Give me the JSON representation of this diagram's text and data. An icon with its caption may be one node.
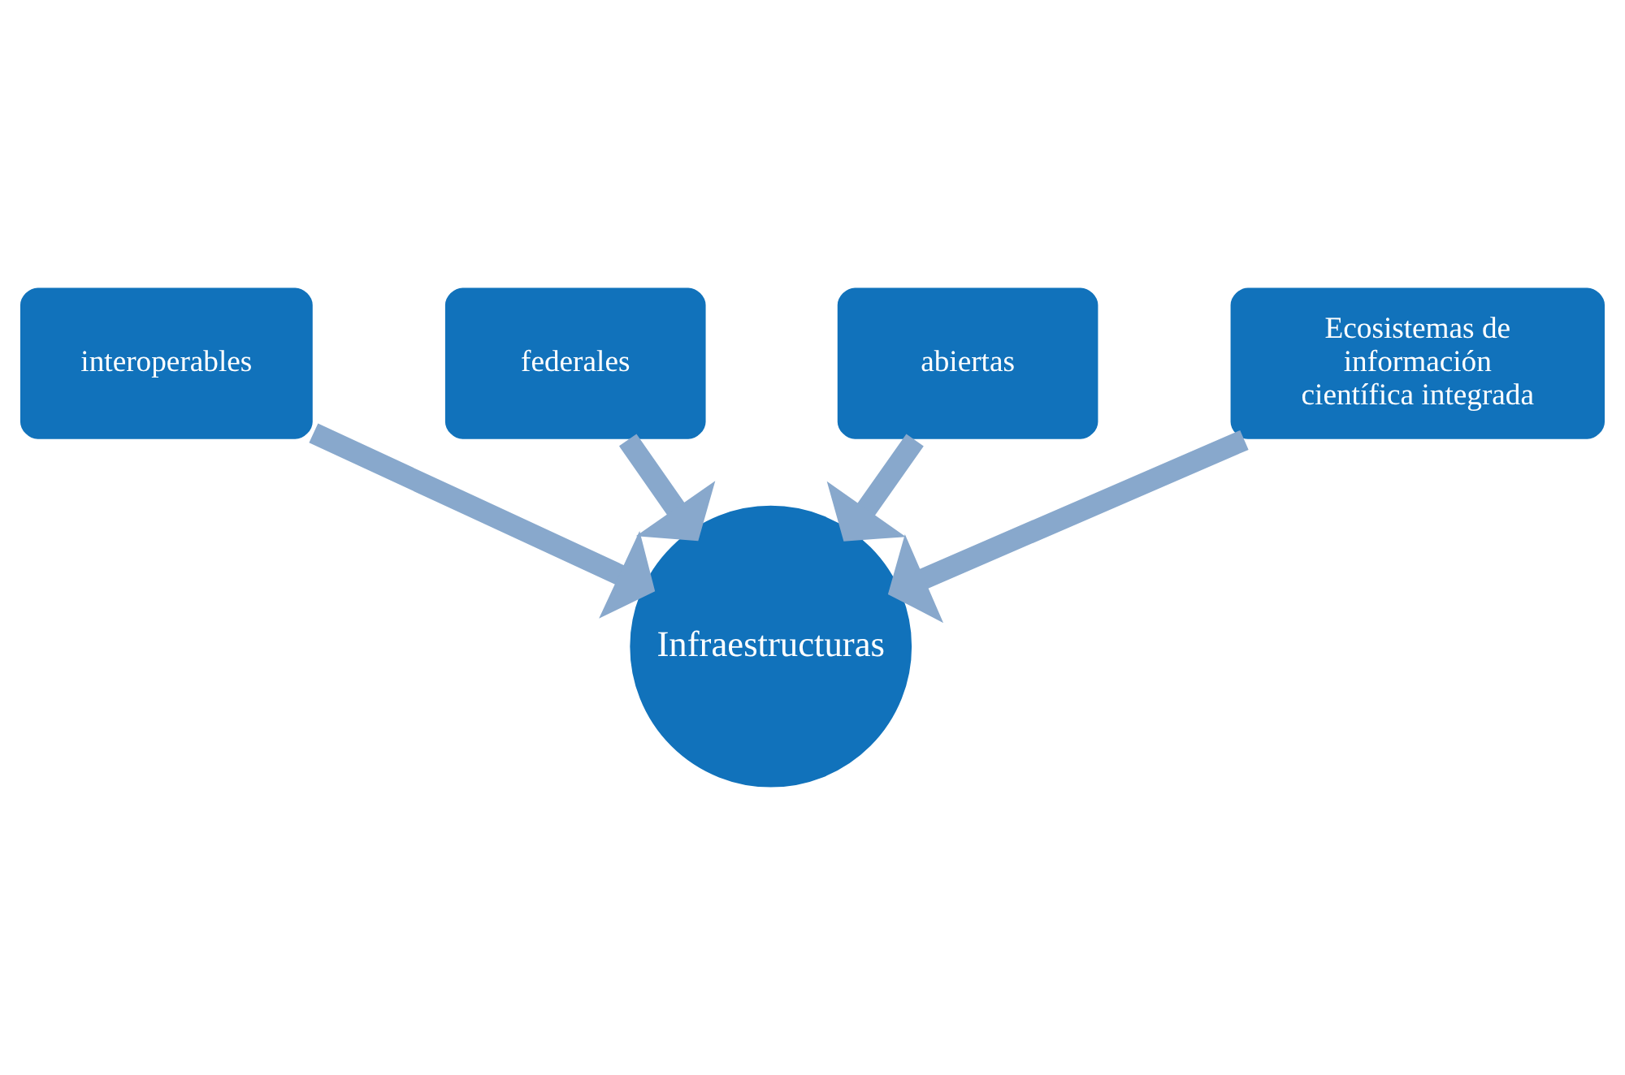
{
  "diagram": {
    "nodes": [
      {
        "text": [
          "interoperables"
        ]
      },
      {
        "text": [
          "federales"
        ]
      },
      {
        "text": [
          "abiertas"
        ]
      },
      {
        "text": [
          "Ecosistemas de información científica integrada"
        ]
      },
      {
        "text": [
          "Infraestructuras"
        ]
      }
    ],
    "edges": [
      {
        "from": 0,
        "to": 4,
        "arrow": "to"
      },
      {
        "from": 1,
        "to": 4,
        "arrow": "to"
      },
      {
        "from": 2,
        "to": 4,
        "arrow": "to"
      },
      {
        "from": 3,
        "to": 4,
        "arrow": "to"
      }
    ]
  }
}
